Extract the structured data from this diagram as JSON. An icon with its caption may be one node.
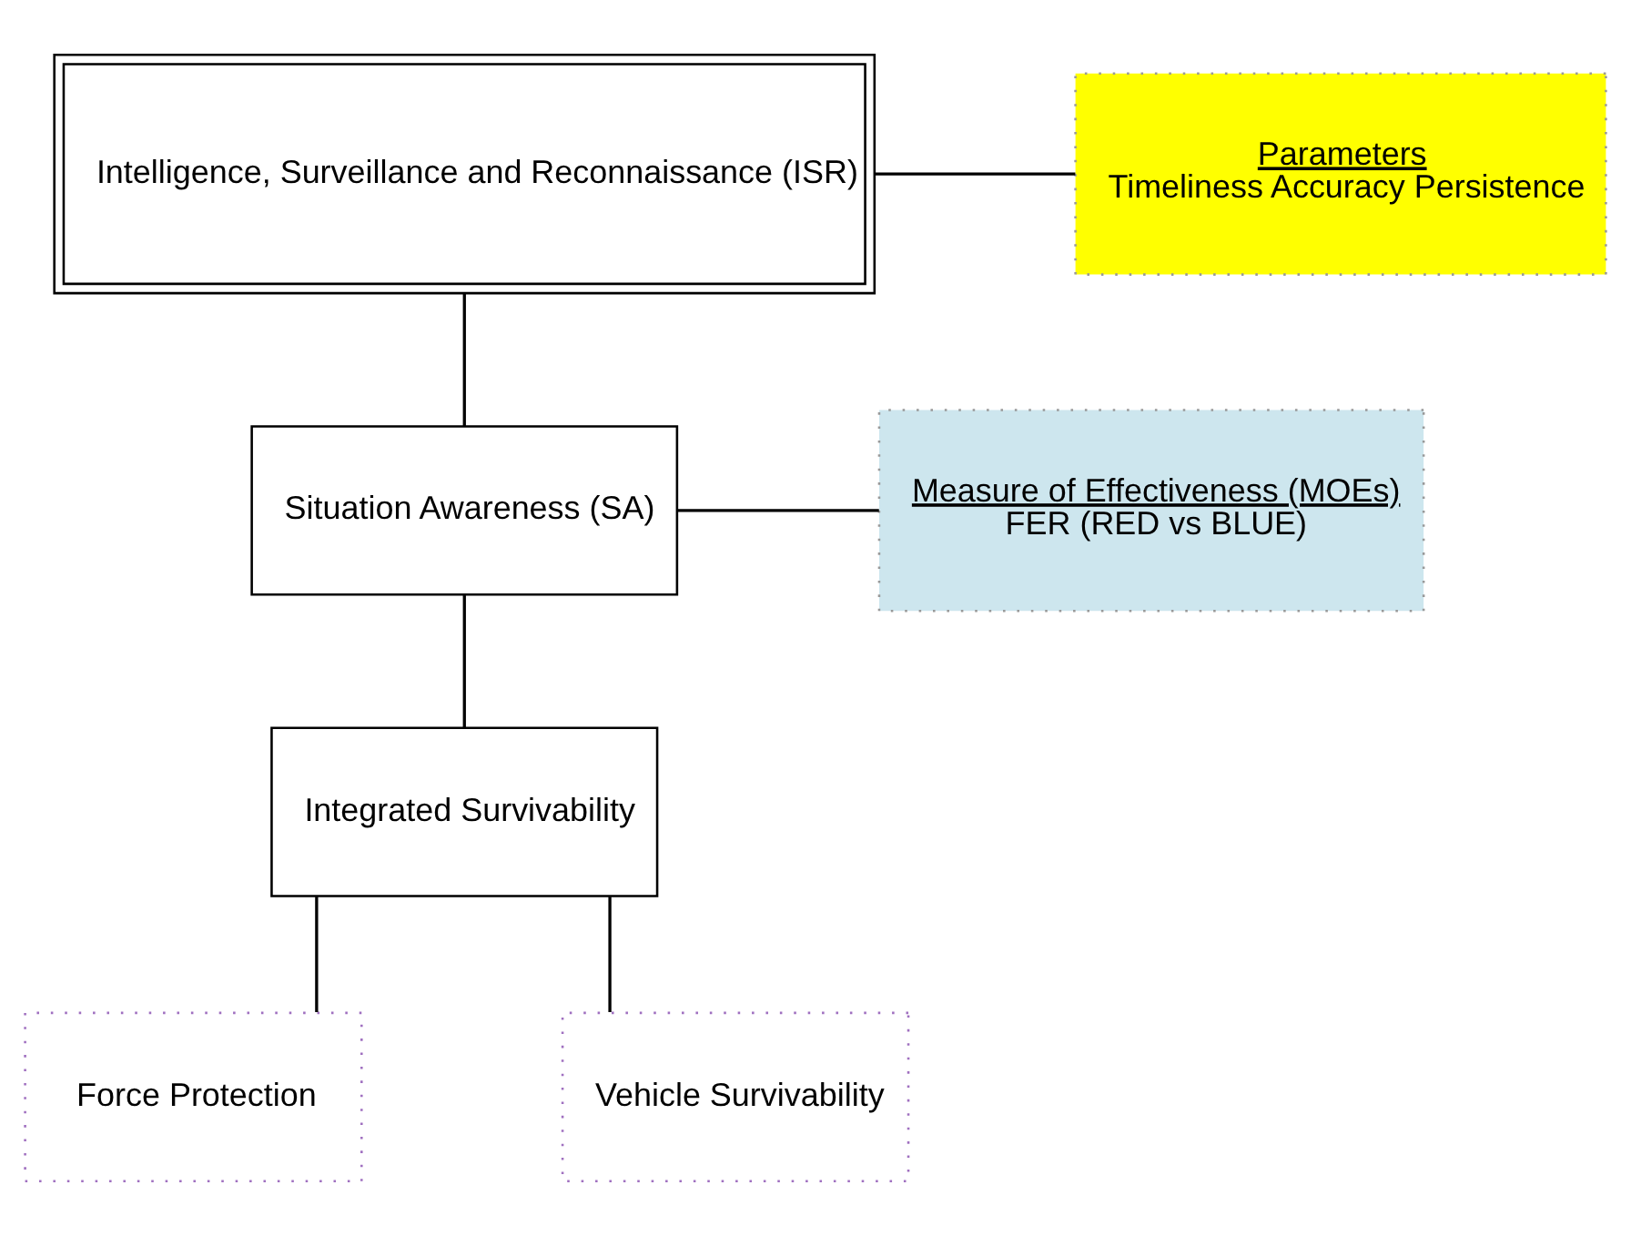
{
  "diagram": {
    "nodes": [
      {
        "text": [
          "Intelligence, Surveillance and Reconnaissance (ISR)"
        ]
      },
      {
        "text": [
          "Parameters",
          "Timeliness Accuracy Persistence"
        ]
      },
      {
        "text": [
          "Situation Awareness (SA)"
        ]
      },
      {
        "text": [
          "Measure of Effectiveness (MOEs)",
          "FER (RED vs BLUE)"
        ]
      },
      {
        "text": [
          "Integrated Survivability"
        ]
      },
      {
        "text": [
          "Force Protection"
        ]
      },
      {
        "text": [
          "Vehicle Survivability"
        ]
      }
    ],
    "edges": [
      {
        "from": 0,
        "to": 1,
        "arrow": "none"
      },
      {
        "from": 0,
        "to": 2,
        "arrow": "none"
      },
      {
        "from": 2,
        "to": 3,
        "arrow": "none"
      },
      {
        "from": 2,
        "to": 4,
        "arrow": "none"
      },
      {
        "from": 4,
        "to": 5,
        "arrow": "none"
      },
      {
        "from": 4,
        "to": 6,
        "arrow": "none"
      }
    ]
  }
}
